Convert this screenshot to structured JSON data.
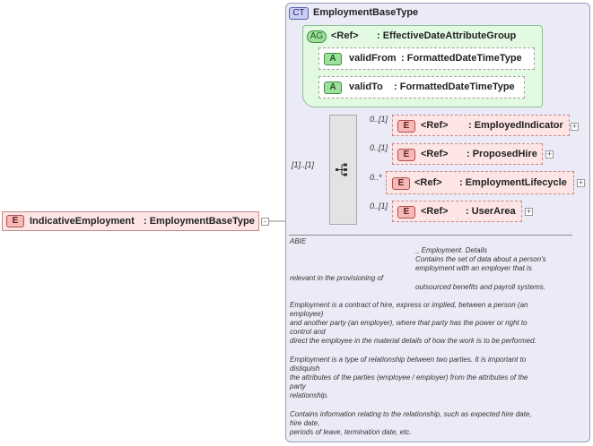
{
  "root_element": {
    "badge": "E",
    "name": "IndicativeEmployment",
    "type": ": EmploymentBaseType"
  },
  "complex_type": {
    "badge": "CT",
    "name": "EmploymentBaseType"
  },
  "attribute_group": {
    "badge": "AG",
    "ref": "<Ref>",
    "type": ": EffectiveDateAttributeGroup"
  },
  "attributes": [
    {
      "badge": "A",
      "name": "validFrom",
      "type": ": FormattedDateTimeType"
    },
    {
      "badge": "A",
      "name": "validTo",
      "type": ": FormattedDateTimeType"
    }
  ],
  "sequence_multiplicity": "[1]..[1]",
  "child_elements": [
    {
      "badge": "E",
      "ref": "<Ref>",
      "type": ": EmployedIndicator",
      "multiplicity": "0..[1]"
    },
    {
      "badge": "E",
      "ref": "<Ref>",
      "type": ": ProposedHire",
      "multiplicity": "0..[1]"
    },
    {
      "badge": "E",
      "ref": "<Ref>",
      "type": ": EmploymentLifecycle",
      "multiplicity": "0..*"
    },
    {
      "badge": "E",
      "ref": "<Ref>",
      "type": ": UserArea",
      "multiplicity": "0..[1]"
    }
  ],
  "expand_symbol": "+",
  "collapse_symbol": "-",
  "documentation": {
    "lines": [
      "ABIE",
      "_ Employment. Details",
      "Contains the set of data about a person's",
      "employment with an employer that is",
      "relevant in the provisioning of",
      "outsourced benefits and payroll systems.",
      "Employment is a contract of hire, express or implied, between a person (an",
      "employee)",
      "and another party (an employer), where that party has the power or right to",
      "control and",
      "direct the employee in the material details of how the work is to be performed.",
      "Employment is a type of relationship between two parties. It is important to",
      "distiquish",
      "the attributes of the parties (employee / employer) from the attributes of the",
      "party",
      "relationship.",
      "Contains information relating to the relationship, such as expected hire date,",
      "hire date,",
      "periods of leave, termination date, etc."
    ]
  }
}
